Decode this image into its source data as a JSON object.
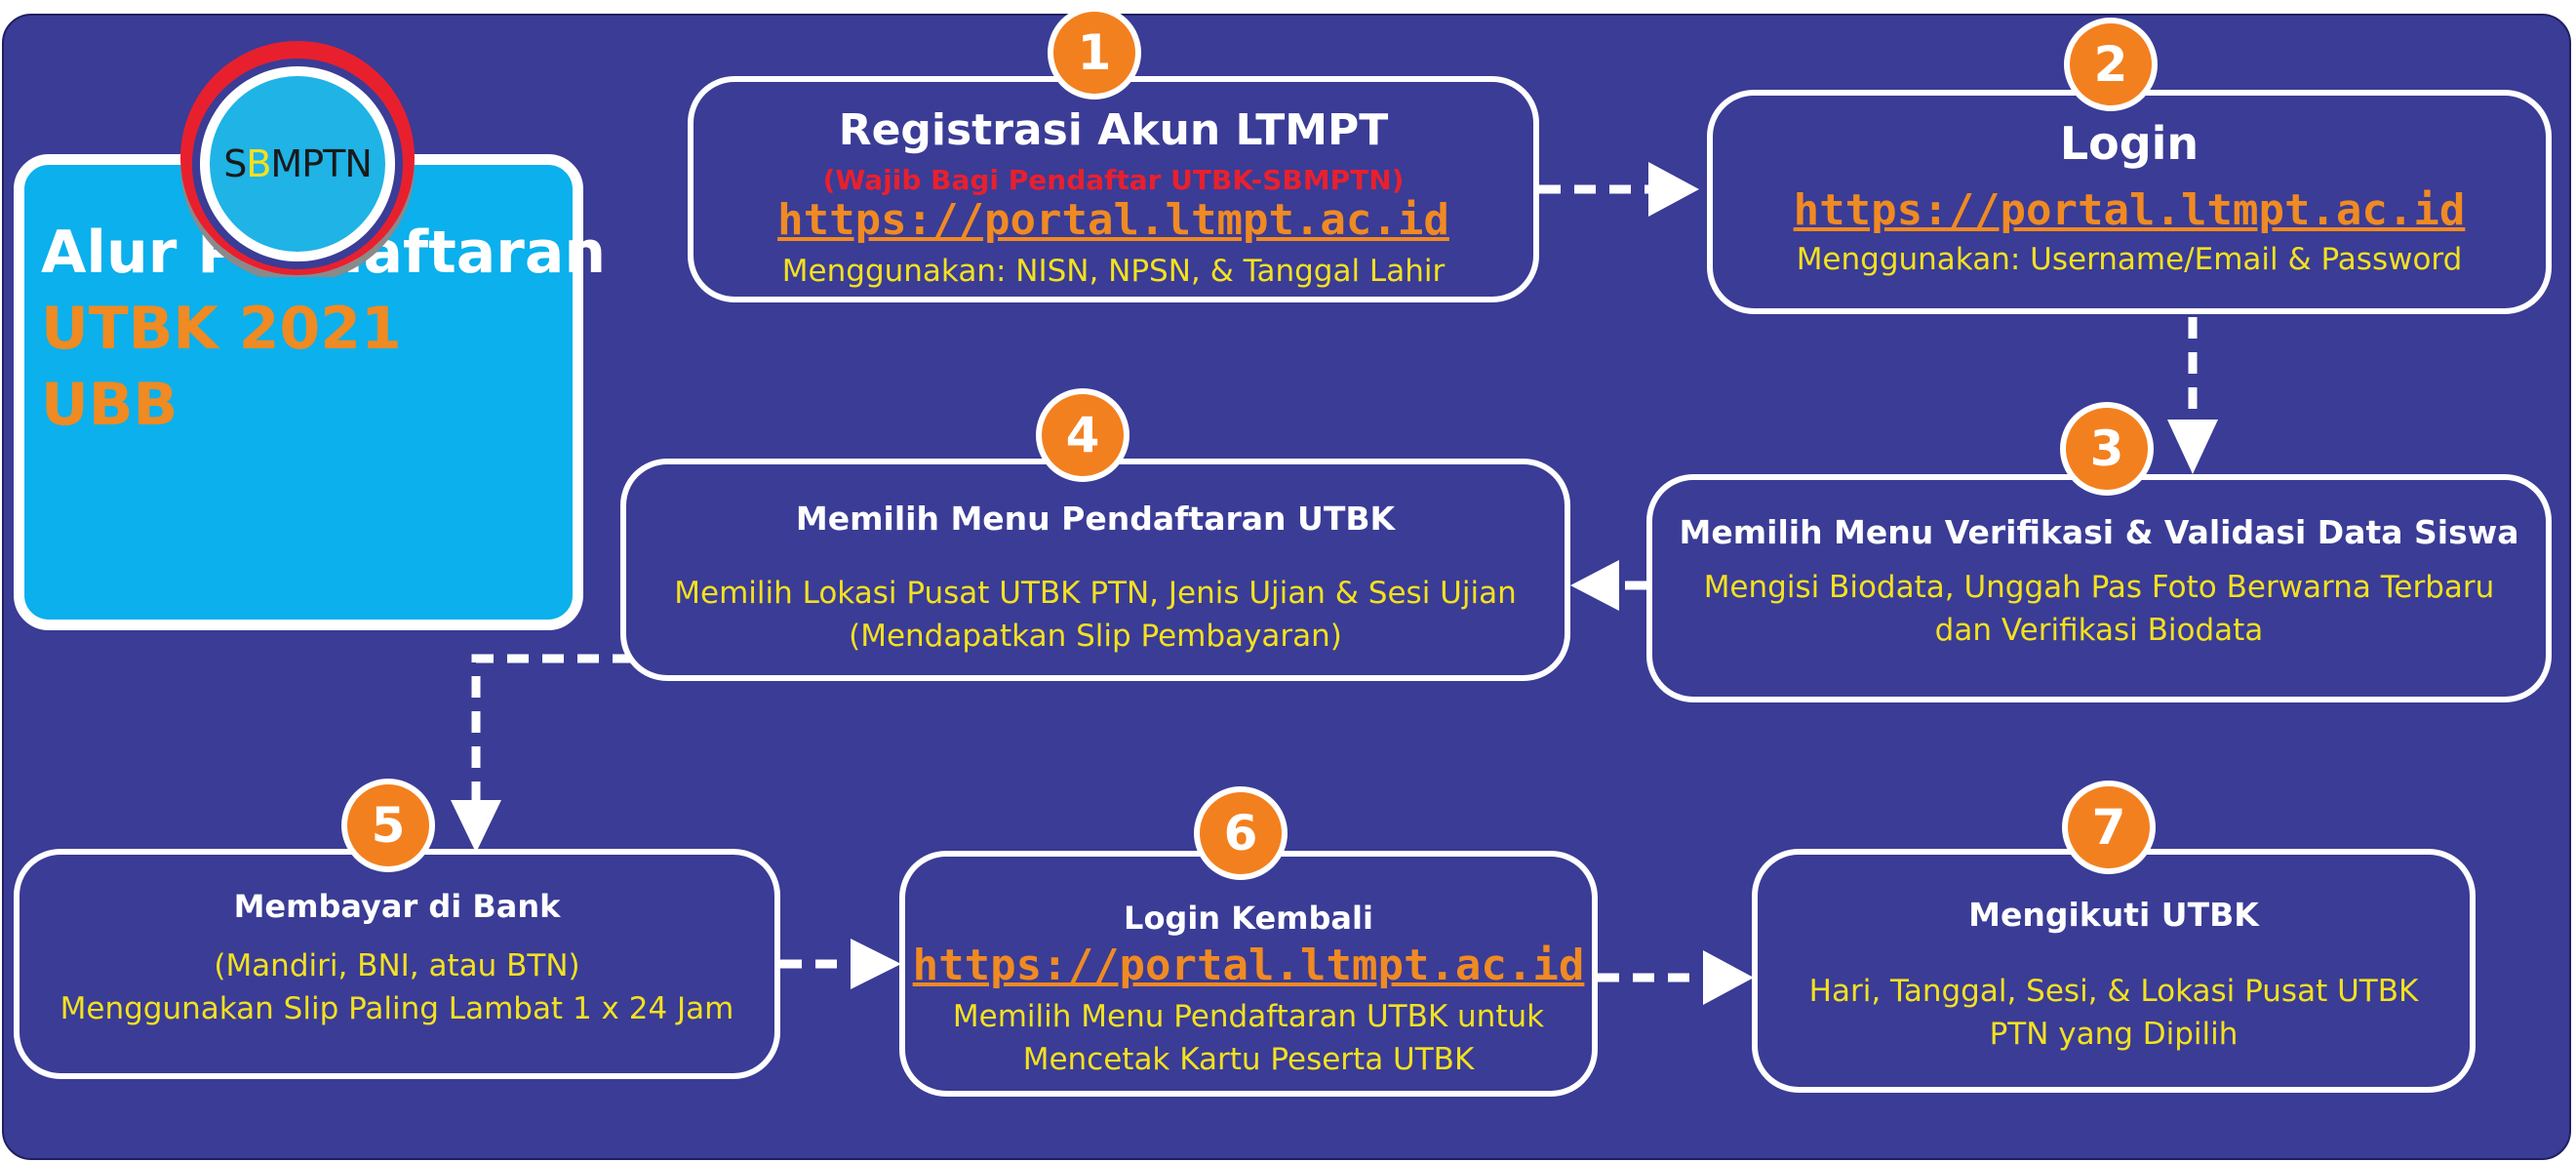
{
  "colors": {
    "background": "#3a3c96",
    "title_box": "#0bb0ec",
    "badge": "#f3801f",
    "link": "#f08a22",
    "description": "#f4e11f",
    "warning": "#e8202e",
    "border": "#ffffff"
  },
  "logo": {
    "text_s": "S",
    "text_b": "B",
    "text_rest": "MPTN"
  },
  "title": {
    "line1": "Alur Pendaftaran",
    "line2": "UTBK 2021",
    "line3": "UBB"
  },
  "steps": [
    {
      "number": "1",
      "title": "Registrasi Akun LTMPT",
      "note": "(Wajib Bagi Pendaftar UTBK-SBMPTN)",
      "link": "https://portal.ltmpt.ac.id",
      "lines": [
        "Menggunakan: NISN, NPSN, & Tanggal Lahir"
      ]
    },
    {
      "number": "2",
      "title": "Login",
      "link": "https://portal.ltmpt.ac.id",
      "lines": [
        "Menggunakan: Username/Email & Password"
      ]
    },
    {
      "number": "3",
      "title": "Memilih Menu Verifikasi & Validasi Data Siswa",
      "lines": [
        "Mengisi Biodata, Unggah Pas Foto Berwarna Terbaru",
        "dan Verifikasi Biodata"
      ]
    },
    {
      "number": "4",
      "title": "Memilih Menu Pendaftaran UTBK",
      "lines": [
        "Memilih Lokasi Pusat UTBK PTN, Jenis Ujian & Sesi Ujian",
        "(Mendapatkan Slip Pembayaran)"
      ]
    },
    {
      "number": "5",
      "title": "Membayar di Bank",
      "lines": [
        "(Mandiri, BNI, atau BTN)",
        "Menggunakan Slip Paling Lambat 1 x 24 Jam"
      ]
    },
    {
      "number": "6",
      "title": "Login Kembali",
      "link": "https://portal.ltmpt.ac.id",
      "lines": [
        "Memilih Menu Pendaftaran UTBK untuk",
        "Mencetak Kartu Peserta UTBK"
      ]
    },
    {
      "number": "7",
      "title": "Mengikuti UTBK",
      "lines": [
        "Hari, Tanggal, Sesi, & Lokasi Pusat UTBK",
        "PTN yang Dipilih"
      ]
    }
  ]
}
